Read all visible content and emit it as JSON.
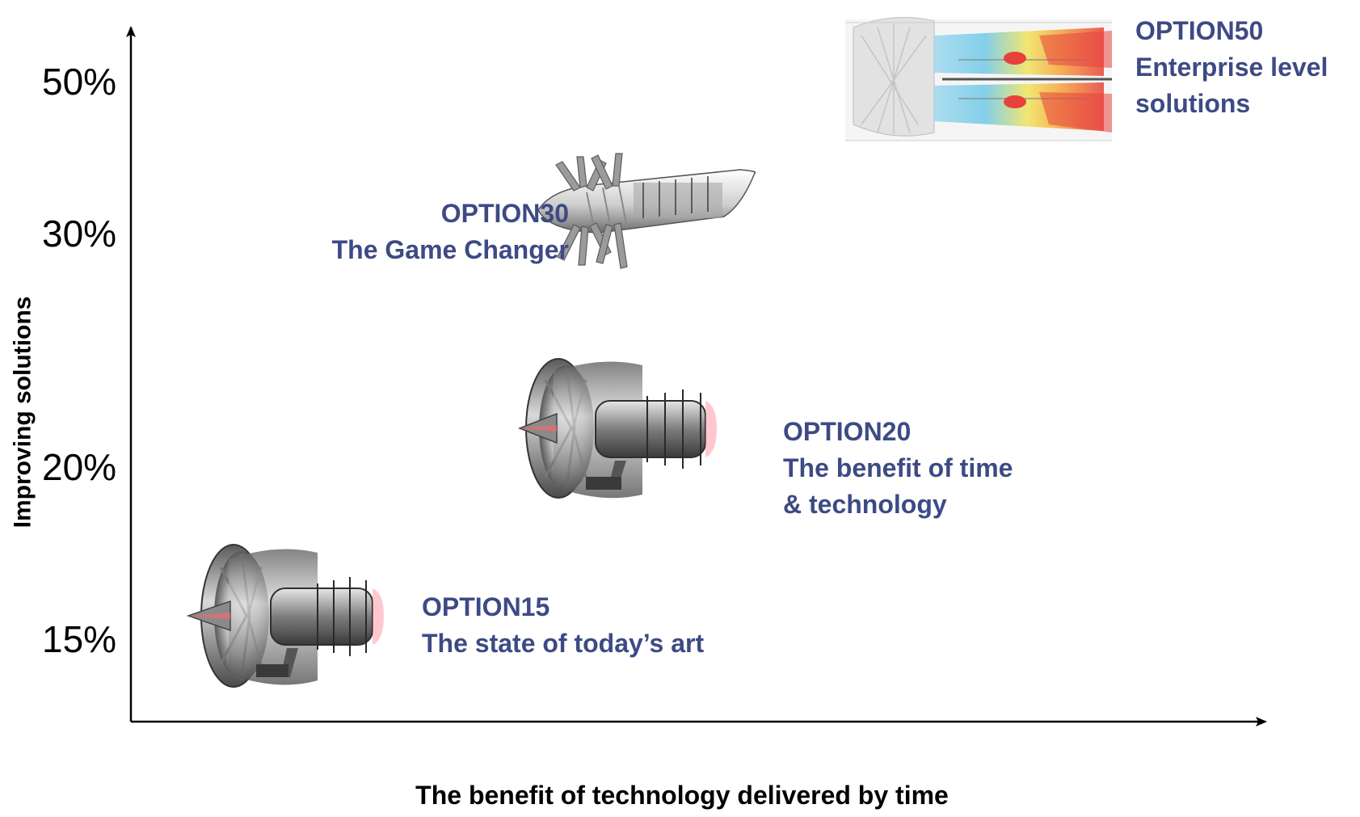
{
  "chart_data": {
    "type": "scatter",
    "xlabel": "The benefit of technology delivered by time",
    "ylabel": "Improving solutions",
    "y_ticks": [
      "50%",
      "30%",
      "20%",
      "15%"
    ],
    "axes_arrows": true,
    "grid": false,
    "points": [
      {
        "id": "option15",
        "name": "OPTION15",
        "subtitle": "The state of today’s art",
        "y_value": 15,
        "icon": "turbofan-engine-icon"
      },
      {
        "id": "option20",
        "name": "OPTION20",
        "subtitle_lines": [
          "The benefit of time",
          "& technology"
        ],
        "y_value": 20,
        "icon": "turbofan-engine-icon"
      },
      {
        "id": "option30",
        "name": "OPTION30",
        "subtitle": "The Game Changer",
        "y_value": 30,
        "icon": "open-rotor-engine-icon"
      },
      {
        "id": "option50",
        "name": "OPTION50",
        "subtitle_lines": [
          "Enterprise level",
          "solutions"
        ],
        "y_value": 50,
        "icon": "engine-simulation-icon"
      }
    ]
  },
  "colors": {
    "label": "#3d4a84",
    "axis": "#000000",
    "metal_dark": "#4a4a4a",
    "metal_light": "#d8d8d8",
    "heat_red": "#e8413a",
    "heat_orange": "#f4a13b",
    "heat_yellow": "#f2e35a",
    "heat_cyan": "#6fc9e8"
  }
}
